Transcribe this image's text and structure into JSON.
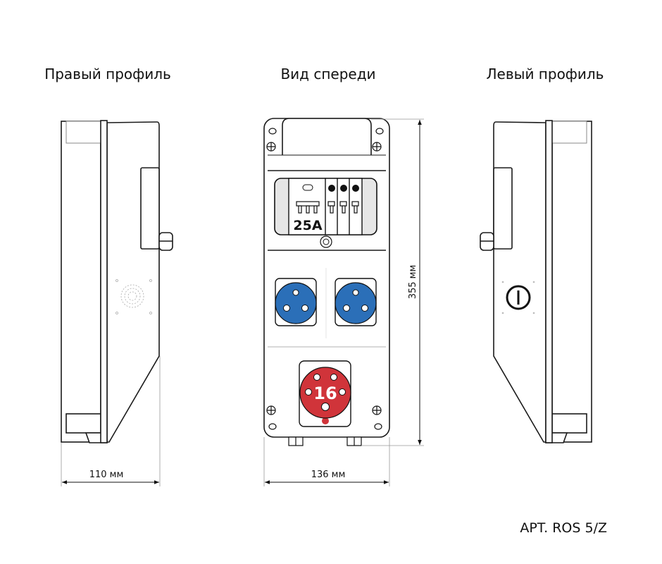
{
  "views": {
    "right_profile": "Правый профиль",
    "front": "Вид спереди",
    "left_profile": "Левый профиль"
  },
  "dimensions": {
    "depth": "110 мм",
    "width": "136 мм",
    "height": "355 мм"
  },
  "front_panel": {
    "breaker_rating": "25A",
    "red_socket_rating": "16"
  },
  "article": "APT. ROS 5/Z",
  "colors": {
    "blue_socket": "#2b6fb8",
    "red_socket": "#d0343a",
    "outline": "#1a1a1a"
  }
}
